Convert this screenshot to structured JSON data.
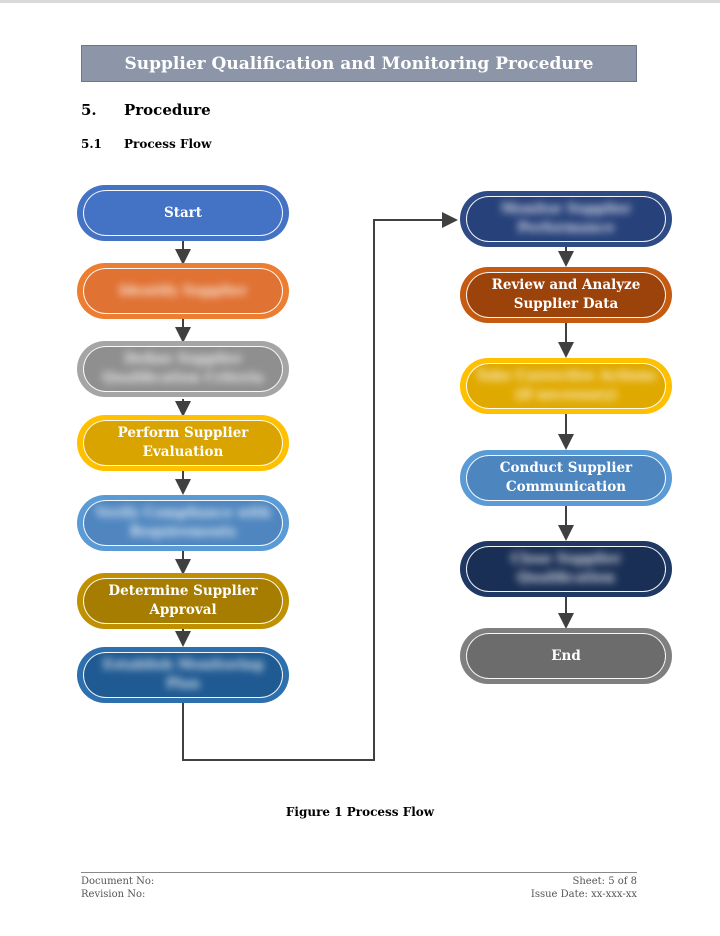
{
  "document": {
    "title": "Supplier Qualification and Monitoring Procedure",
    "section_number": "5.",
    "section_title": "Procedure",
    "subsection_number": "5.1",
    "subsection_title": "Process Flow",
    "caption": "Figure 1 Process Flow"
  },
  "flow": {
    "start": "Start",
    "identify": "Identify Supplier",
    "criteria": "Define Supplier Qualification Criteria",
    "evaluate": "Perform Supplier Evaluation",
    "verify": "Verify Compliance with Requirements",
    "approve": "Determine Supplier Approval",
    "monitor_plan": "Establish Monitoring Plan",
    "monitor": "Monitor Supplier Performance",
    "review": "Review and Analyze Supplier Data",
    "actions": "Take Corrective Actions (if necessary)",
    "communicate": "Conduct Supplier Communication",
    "close": "Close Supplier Qualification",
    "end": "End"
  },
  "footer": {
    "document_no": "Document No:",
    "revision_no": "Revision No:",
    "sheet": "Sheet: 5 of 8",
    "issue_date": "Issue Date: xx-xxx-xx"
  },
  "colors": {
    "blue": "#4472c4",
    "orange": "#ed7d31",
    "gray": "#a5a5a5",
    "gold": "#ffc000",
    "lightblue": "#5b9bd5",
    "darkgold": "#bf9000",
    "darkblue": "#2e5f96",
    "navy": "#2f4b85",
    "rust": "#c55a11",
    "deepnavy": "#1f3864",
    "darkgray": "#7f7f7f"
  }
}
